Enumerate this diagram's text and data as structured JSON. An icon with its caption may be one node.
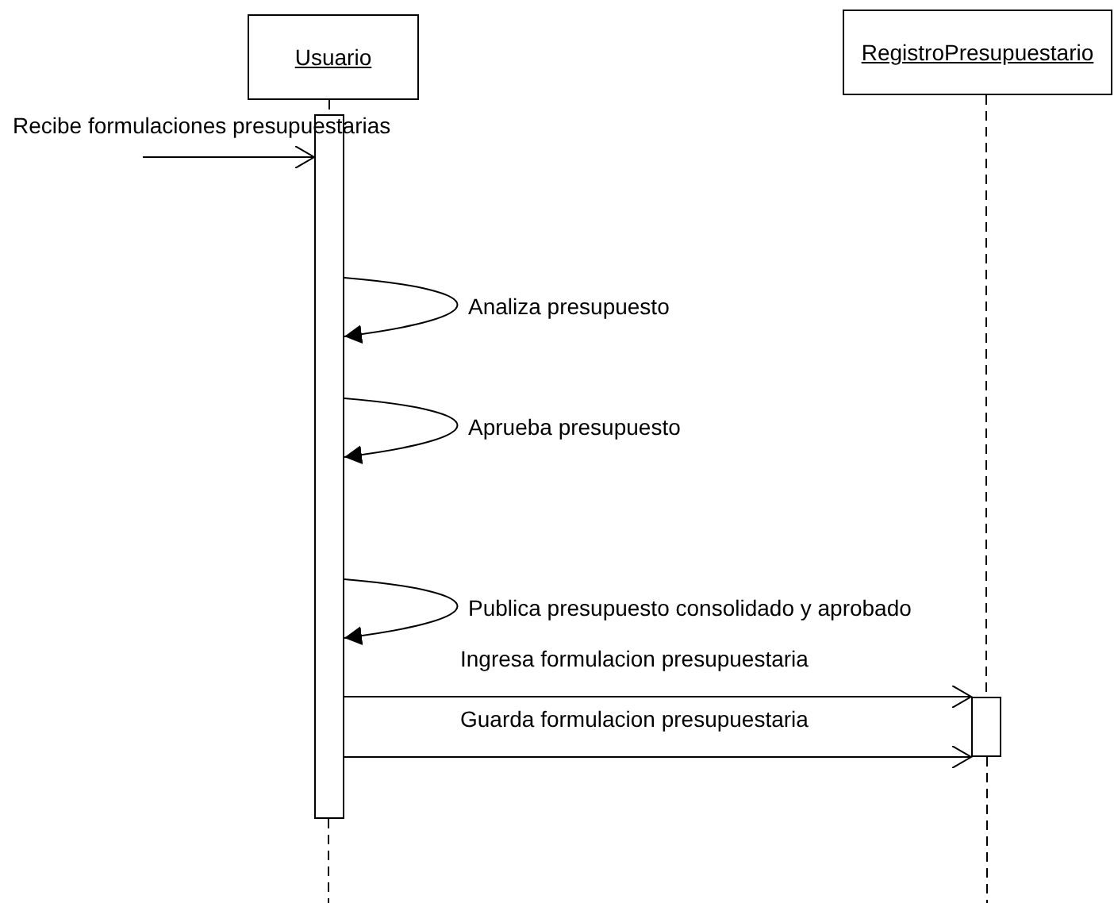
{
  "diagram": {
    "nodes": [
      {
        "text": [
          "Usuario"
        ]
      },
      {
        "text": [
          "RegistroPresupuestario"
        ]
      },
      {
        "text": [],
        "shape": "bar"
      },
      {
        "text": [],
        "shape": "bar"
      }
    ],
    "edges": [
      {
        "from": 0,
        "to": 2,
        "arrow": "none",
        "style": "dashed"
      },
      {
        "from": 1,
        "to": 3,
        "arrow": "none",
        "style": "dashed"
      },
      {
        "from": null,
        "to": 2,
        "arrow": "to",
        "label": "Recibe formulaciones presupuestarias"
      },
      {
        "from": 2,
        "to": 2,
        "arrow": "to",
        "label": "Analiza presupuesto"
      },
      {
        "from": 2,
        "to": 2,
        "arrow": "to",
        "label": "Aprueba presupuesto"
      },
      {
        "from": 2,
        "to": 2,
        "arrow": "to",
        "label": "Publica presupuesto consolidado y aprobado"
      },
      {
        "from": 2,
        "to": 3,
        "arrow": "to",
        "label": "Ingresa formulacion presupuestaria"
      },
      {
        "from": 2,
        "to": 3,
        "arrow": "to",
        "label": "Guarda formulacion presupuestaria"
      }
    ]
  }
}
